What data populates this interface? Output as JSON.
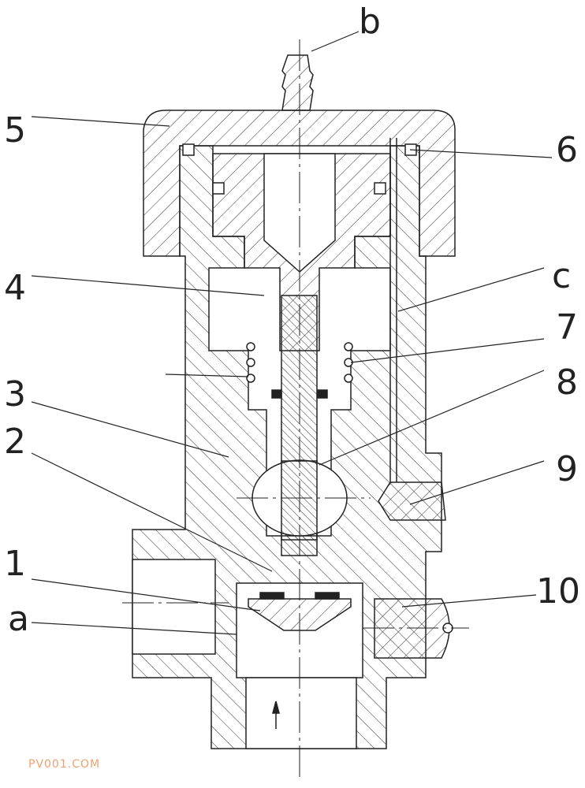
{
  "title": "Valve assembly cross-section",
  "labels": {
    "b": "b",
    "n5": "5",
    "n6": "6",
    "n4": "4",
    "c": "c",
    "n7": "7",
    "n3": "3",
    "n8": "8",
    "n2": "2",
    "n9": "9",
    "n1": "1",
    "n10": "10",
    "a": "a"
  },
  "watermark": "PV001.COM",
  "colors": {
    "line": "#222222",
    "watermark": "#f0a070"
  }
}
